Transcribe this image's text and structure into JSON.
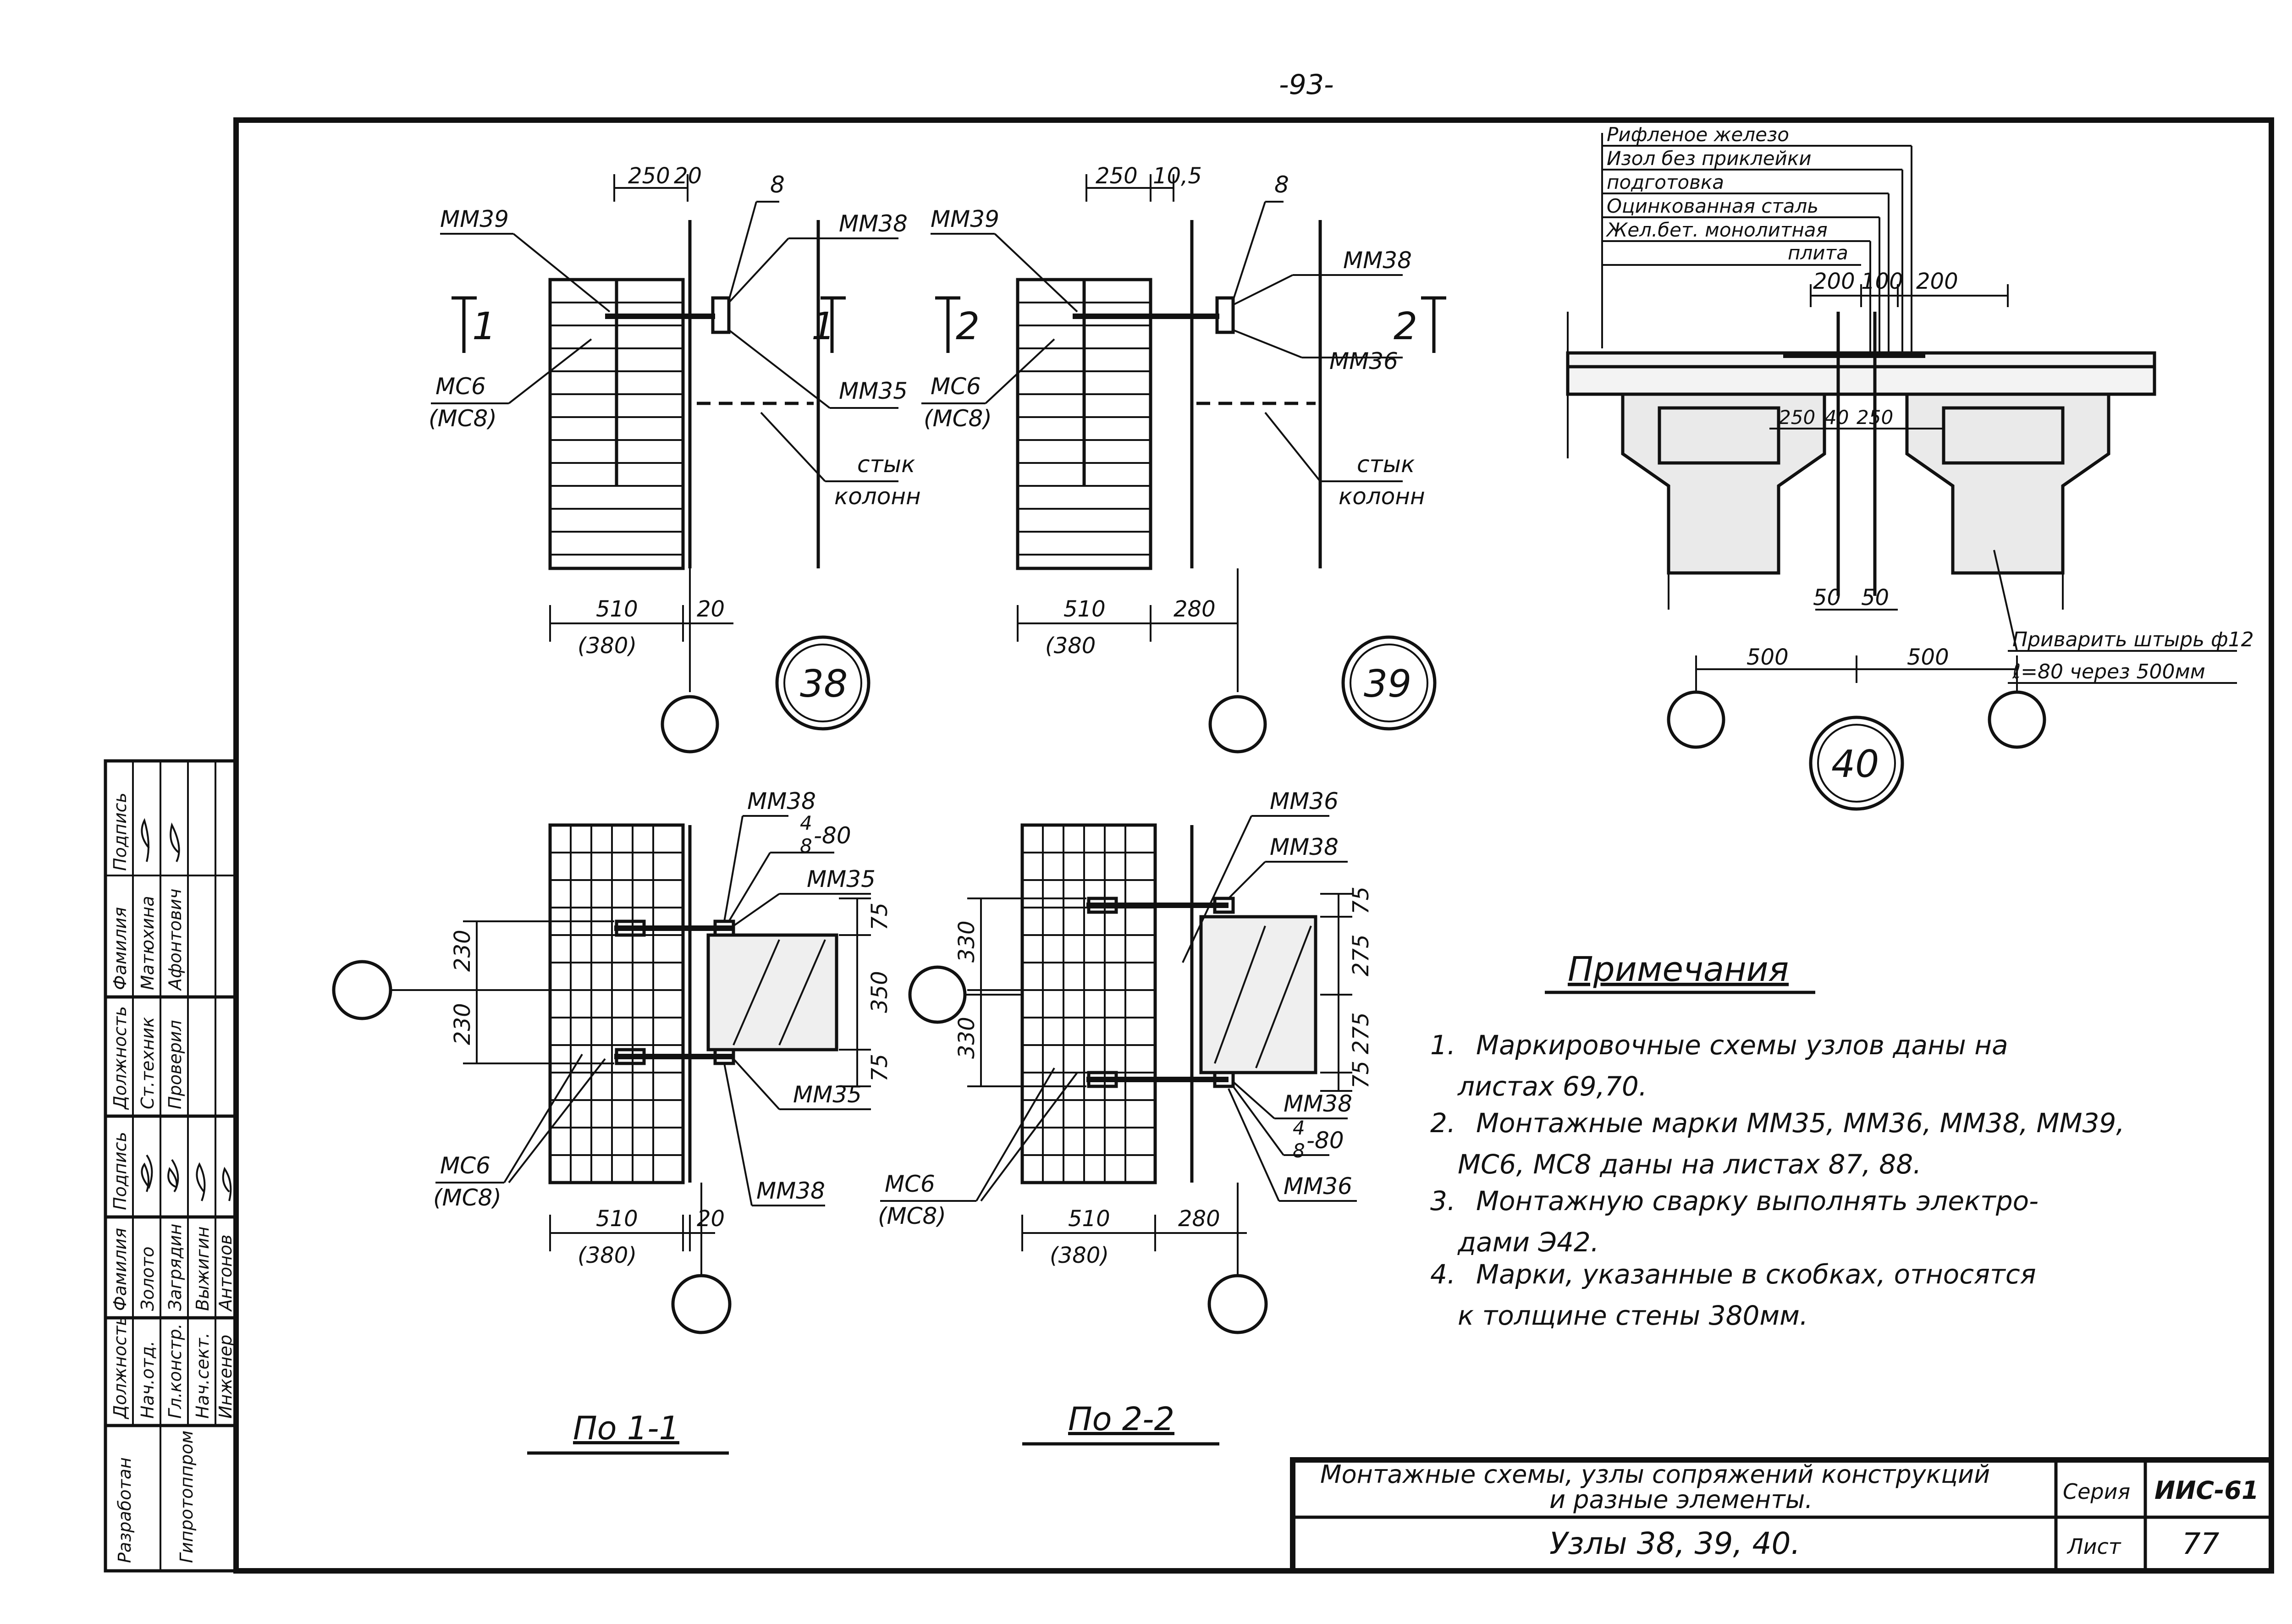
{
  "page_number": "-93-",
  "node38": {
    "number": "38",
    "labels": {
      "mm39": "ММ39",
      "mm38": "ММ38",
      "mm35": "ММ35",
      "b8": "8",
      "mc6": "МС6",
      "mc8": "(МС8)",
      "joint1": "стык",
      "joint2": "колонн",
      "section_a": "1",
      "section_b": "1"
    },
    "dims": {
      "d250": "250",
      "d20": "20",
      "d510": "510",
      "d380": "(380)",
      "d20b": "20"
    }
  },
  "node39": {
    "number": "39",
    "labels": {
      "mm39": "ММ39",
      "mm38": "ММ38",
      "mm36": "ММ36",
      "b8": "8",
      "mc6": "МС6",
      "mc8": "(МС8)",
      "joint1": "стык",
      "joint2": "колонн",
      "section_a": "2",
      "section_b": "2"
    },
    "dims": {
      "d250": "250",
      "d105": "10,5",
      "d510": "510",
      "d380": "(380",
      "d280": "280"
    }
  },
  "node40": {
    "number": "40",
    "layers": [
      "Рифленое железо",
      "Изол без приклейки",
      "подготовка",
      "Оцинкованная сталь",
      "Жел.бет. монолитная",
      "плита"
    ],
    "dims": {
      "d200a": "200",
      "d100": "100",
      "d200b": "200",
      "d250a": "250",
      "d40": "40",
      "d250b": "250",
      "d50a": "50",
      "d50b": "50",
      "d500a": "500",
      "d500b": "500"
    },
    "weld_note_1": "Приварить штырь ф12",
    "weld_note_2": "ℓ=80 через 500мм"
  },
  "sec1": {
    "caption": "По 1-1",
    "labels": {
      "mm38a": "ММ38",
      "frac_num": "4",
      "frac_den": "8",
      "frac_len": "-80",
      "mm35a": "ММ35",
      "mm35b": "ММ35",
      "mm38b": "ММ38",
      "mc6": "МС6",
      "mc8": "(МС8)"
    },
    "dims": {
      "d230a": "230",
      "d230b": "230",
      "d75a": "75",
      "d350": "350",
      "d75b": "75",
      "d510": "510",
      "d380": "(380)",
      "d20": "20"
    }
  },
  "sec2": {
    "caption": "По 2-2",
    "labels": {
      "mm36a": "ММ36",
      "mm38a": "ММ38",
      "mm38b": "ММ38",
      "frac_num": "4",
      "frac_den": "8",
      "frac_len": "-80",
      "mm36b": "ММ36",
      "mc6": "МС6",
      "mc8": "(МС8)"
    },
    "dims": {
      "d330a": "330",
      "d330b": "330",
      "d75a": "75",
      "d275a": "275",
      "d275b": "275",
      "d75b": "75",
      "d510": "510",
      "d380": "(380)",
      "d280": "280"
    }
  },
  "notes": {
    "heading": "Примечания",
    "items": [
      {
        "num": "1.",
        "line1": "Маркировочные схемы узлов даны на",
        "line2": "листах 69,70."
      },
      {
        "num": "2.",
        "line1": "Монтажные марки ММ35, ММ36, ММ38, ММ39,",
        "line2": "МС6, МС8 даны на листах 87, 88."
      },
      {
        "num": "3.",
        "line1": "Монтажную сварку выполнять электро-",
        "line2": "дами Э42."
      },
      {
        "num": "4.",
        "line1": "Марки, указанные в скобках, относятся",
        "line2": "к толщине стены 380мм."
      }
    ]
  },
  "title_block": {
    "title_line1": "Монтажные схемы, узлы сопряжений конструкций",
    "title_line2": "и разные элементы.",
    "subtitle": "Узлы 38, 39, 40.",
    "series_label": "Серия",
    "series_value": "ИИС-61",
    "sheet_label": "Лист",
    "sheet_value": "77"
  },
  "stamp": {
    "col_headers": [
      "Должность",
      "Фамилия",
      "Подпись"
    ],
    "row_group_dev": "Разработан",
    "row_group_org": "Гипротоппром",
    "rows": [
      {
        "position": "Нач.отд.",
        "name": "Золото"
      },
      {
        "position": "Гл.констр.",
        "name": "Загрядин"
      },
      {
        "position": "Нач.сект.",
        "name": "Выжигин"
      },
      {
        "position": "Инженер",
        "name": "Антонов"
      }
    ],
    "rows_upper": [
      {
        "position": "Ст.техник",
        "name": "Матюхина"
      },
      {
        "position": "Проверил",
        "name": "Афонтович"
      }
    ]
  }
}
